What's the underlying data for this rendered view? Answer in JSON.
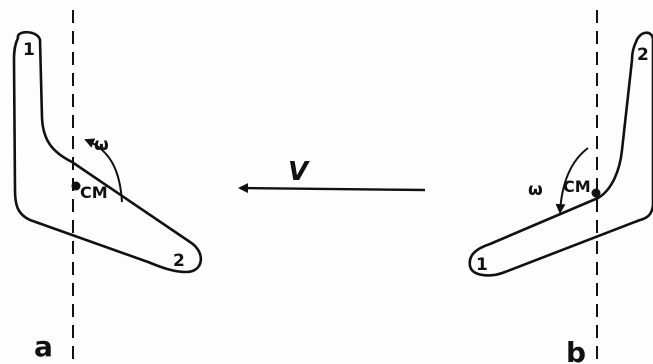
{
  "left_boomerang": {
    "tip_top_label": "1",
    "tip_right_label": "2",
    "omega_label": "ω",
    "cm_label": "CM",
    "axis_label": "a"
  },
  "right_boomerang": {
    "tip_top_label": "2",
    "tip_left_label": "1",
    "omega_label": "ω",
    "cm_label": "CM",
    "axis_label": "b"
  },
  "velocity": {
    "label": "V",
    "direction": "left"
  }
}
